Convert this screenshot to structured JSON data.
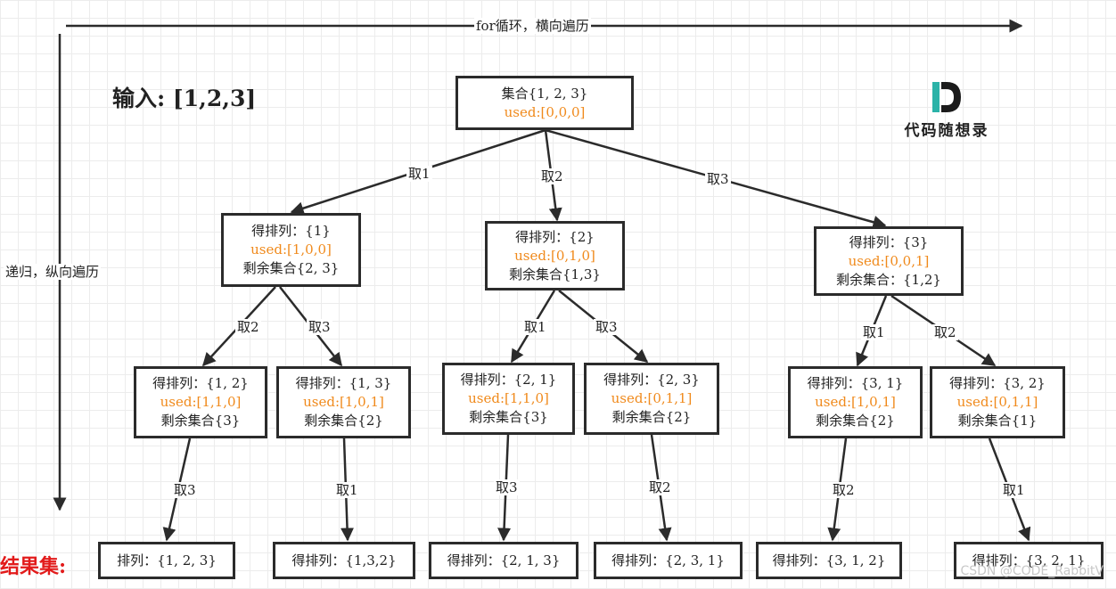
{
  "axes": {
    "horizontal": "for循环，横向遍历",
    "vertical": "递归，纵向遍历"
  },
  "input_label": "输入: [1,2,3]",
  "result_label": "结果集:",
  "logo": {
    "text": "代码随想录",
    "letter": "D"
  },
  "watermark": "CSDN @CODE_RabbitV",
  "root": {
    "line1": "集合{1, 2, 3}",
    "line2": "used:[0,0,0]"
  },
  "level1": [
    {
      "line1": "得排列：{1}",
      "line2": "used:[1,0,0]",
      "line3": "剩余集合{2, 3}"
    },
    {
      "line1": "得排列：{2}",
      "line2": "used:[0,1,0]",
      "line3": "剩余集合{1,3}"
    },
    {
      "line1": "得排列：{3}",
      "line2": "used:[0,0,1]",
      "line3": "剩余集合：{1,2}"
    }
  ],
  "level2": [
    {
      "line1": "得排列：{1, 2}",
      "line2": "used:[1,1,0]",
      "line3": "剩余集合{3}"
    },
    {
      "line1": "得排列：{1, 3}",
      "line2": "used:[1,0,1]",
      "line3": "剩余集合{2}"
    },
    {
      "line1": "得排列：{2, 1}",
      "line2": "used:[1,1,0]",
      "line3": "剩余集合{3}"
    },
    {
      "line1": "得排列：{2, 3}",
      "line2": "used:[0,1,1]",
      "line3": "剩余集合{2}"
    },
    {
      "line1": "得排列：{3, 1}",
      "line2": "used:[1,0,1]",
      "line3": "剩余集合{2}"
    },
    {
      "line1": "得排列：{3, 2}",
      "line2": "used:[0,1,1]",
      "line3": "剩余集合{1}"
    }
  ],
  "results": [
    "排列：{1, 2, 3}",
    "得排列：{1,3,2}",
    "得排列：{2, 1, 3}",
    "得排列：{2, 3, 1}",
    "得排列：{3, 1, 2}",
    "得排列：{3, 2, 1}"
  ],
  "edges": {
    "root_children": [
      "取1",
      "取2",
      "取3"
    ],
    "level1_children": [
      "取2",
      "取3",
      "取1",
      "取3",
      "取1",
      "取2"
    ],
    "level2_children": [
      "取3",
      "取1",
      "取3",
      "取2",
      "取2",
      "取1"
    ]
  }
}
